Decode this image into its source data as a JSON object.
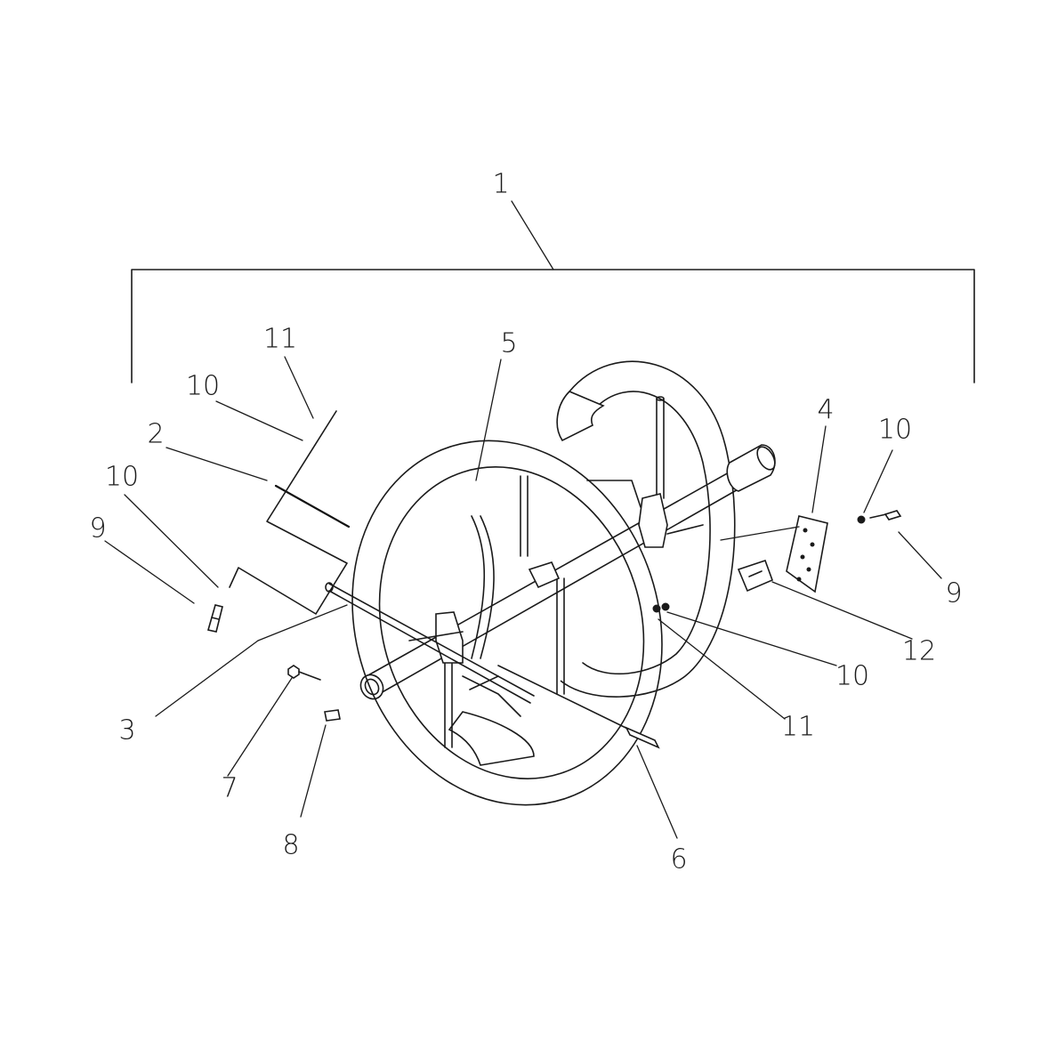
{
  "diagram": {
    "callouts": [
      {
        "id": "c1",
        "label": "1"
      },
      {
        "id": "c2",
        "label": "2"
      },
      {
        "id": "c3",
        "label": "3"
      },
      {
        "id": "c4",
        "label": "4"
      },
      {
        "id": "c5",
        "label": "5"
      },
      {
        "id": "c6",
        "label": "6"
      },
      {
        "id": "c7",
        "label": "7"
      },
      {
        "id": "c8",
        "label": "8"
      },
      {
        "id": "c9a",
        "label": "9"
      },
      {
        "id": "c9b",
        "label": "9"
      },
      {
        "id": "c10a",
        "label": "10"
      },
      {
        "id": "c10b",
        "label": "10"
      },
      {
        "id": "c10c",
        "label": "10"
      },
      {
        "id": "c10d",
        "label": "10"
      },
      {
        "id": "c11a",
        "label": "11"
      },
      {
        "id": "c11b",
        "label": "11"
      },
      {
        "id": "c12",
        "label": "12"
      }
    ]
  }
}
